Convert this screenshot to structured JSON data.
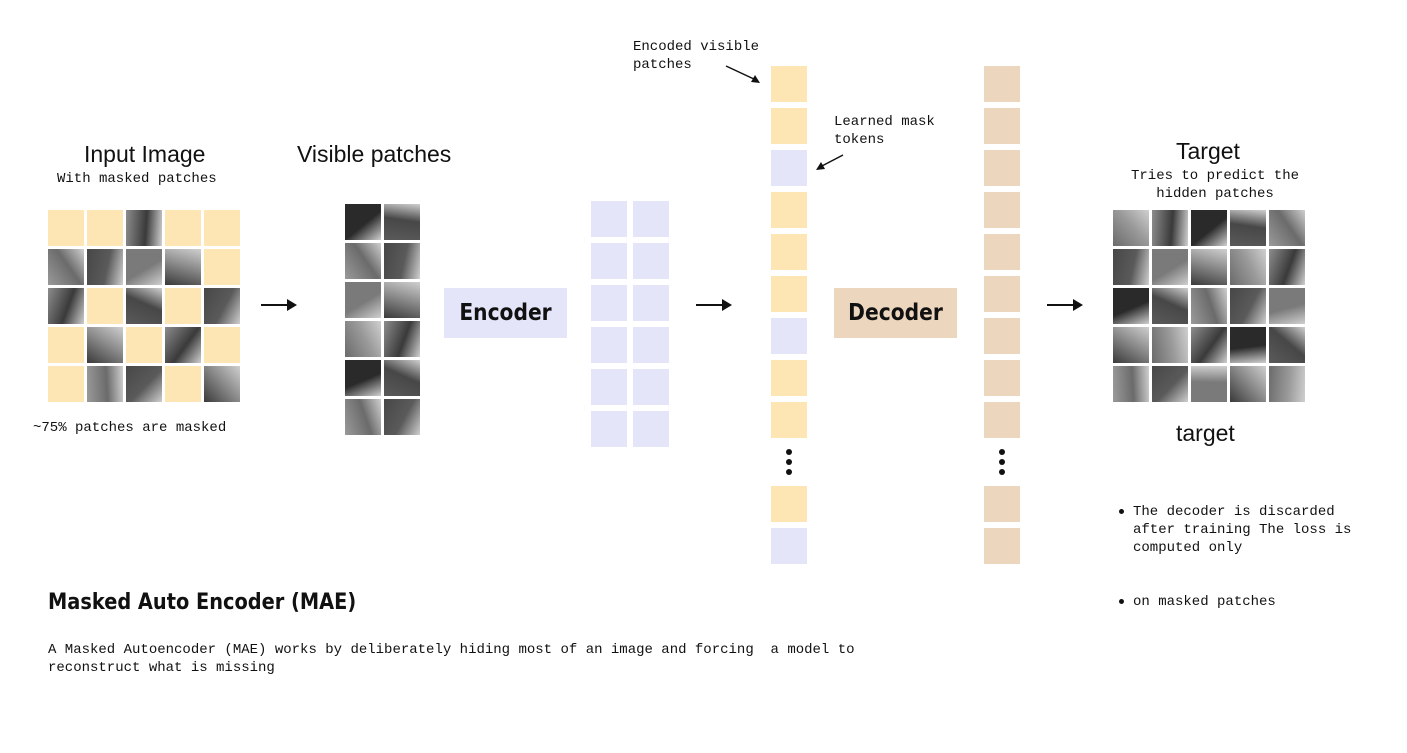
{
  "input": {
    "title": "Input Image",
    "subtitle": "With masked patches",
    "caption": "~75% patches are masked",
    "mask_pattern": [
      1,
      1,
      0,
      1,
      1,
      0,
      0,
      0,
      0,
      1,
      0,
      1,
      0,
      1,
      0,
      1,
      0,
      1,
      0,
      1,
      1,
      0,
      0,
      1,
      0
    ]
  },
  "visible": {
    "title": "Visible patches"
  },
  "encoder": {
    "label": "Encoder"
  },
  "decoder": {
    "label": "Decoder"
  },
  "annotations": {
    "encoded_visible": "Encoded visible\npatches",
    "mask_tokens": "Learned mask\ntokens"
  },
  "sequence": [
    "v",
    "v",
    "m",
    "v",
    "v",
    "v",
    "m",
    "v",
    "v",
    "dots",
    "v",
    "m"
  ],
  "target": {
    "title": "Target",
    "subtitle": "Tries to predict the\nhidden patches",
    "caption": "target",
    "notes": [
      "The decoder is discarded\nafter training The loss is\ncomputed only",
      "on masked patches"
    ]
  },
  "footer": {
    "title": "Masked Auto Encoder (MAE)",
    "description": "A Masked Autoencoder (MAE) works by deliberately hiding most of an image and forcing  a model to\nreconstruct what is missing"
  },
  "colors": {
    "mask": "#fde6b4",
    "encoder_token": "#e5e5fa",
    "decoder_token": "#ecd6bd"
  },
  "icons": [
    "right-arrow-icon",
    "annotation-arrow-icon"
  ]
}
